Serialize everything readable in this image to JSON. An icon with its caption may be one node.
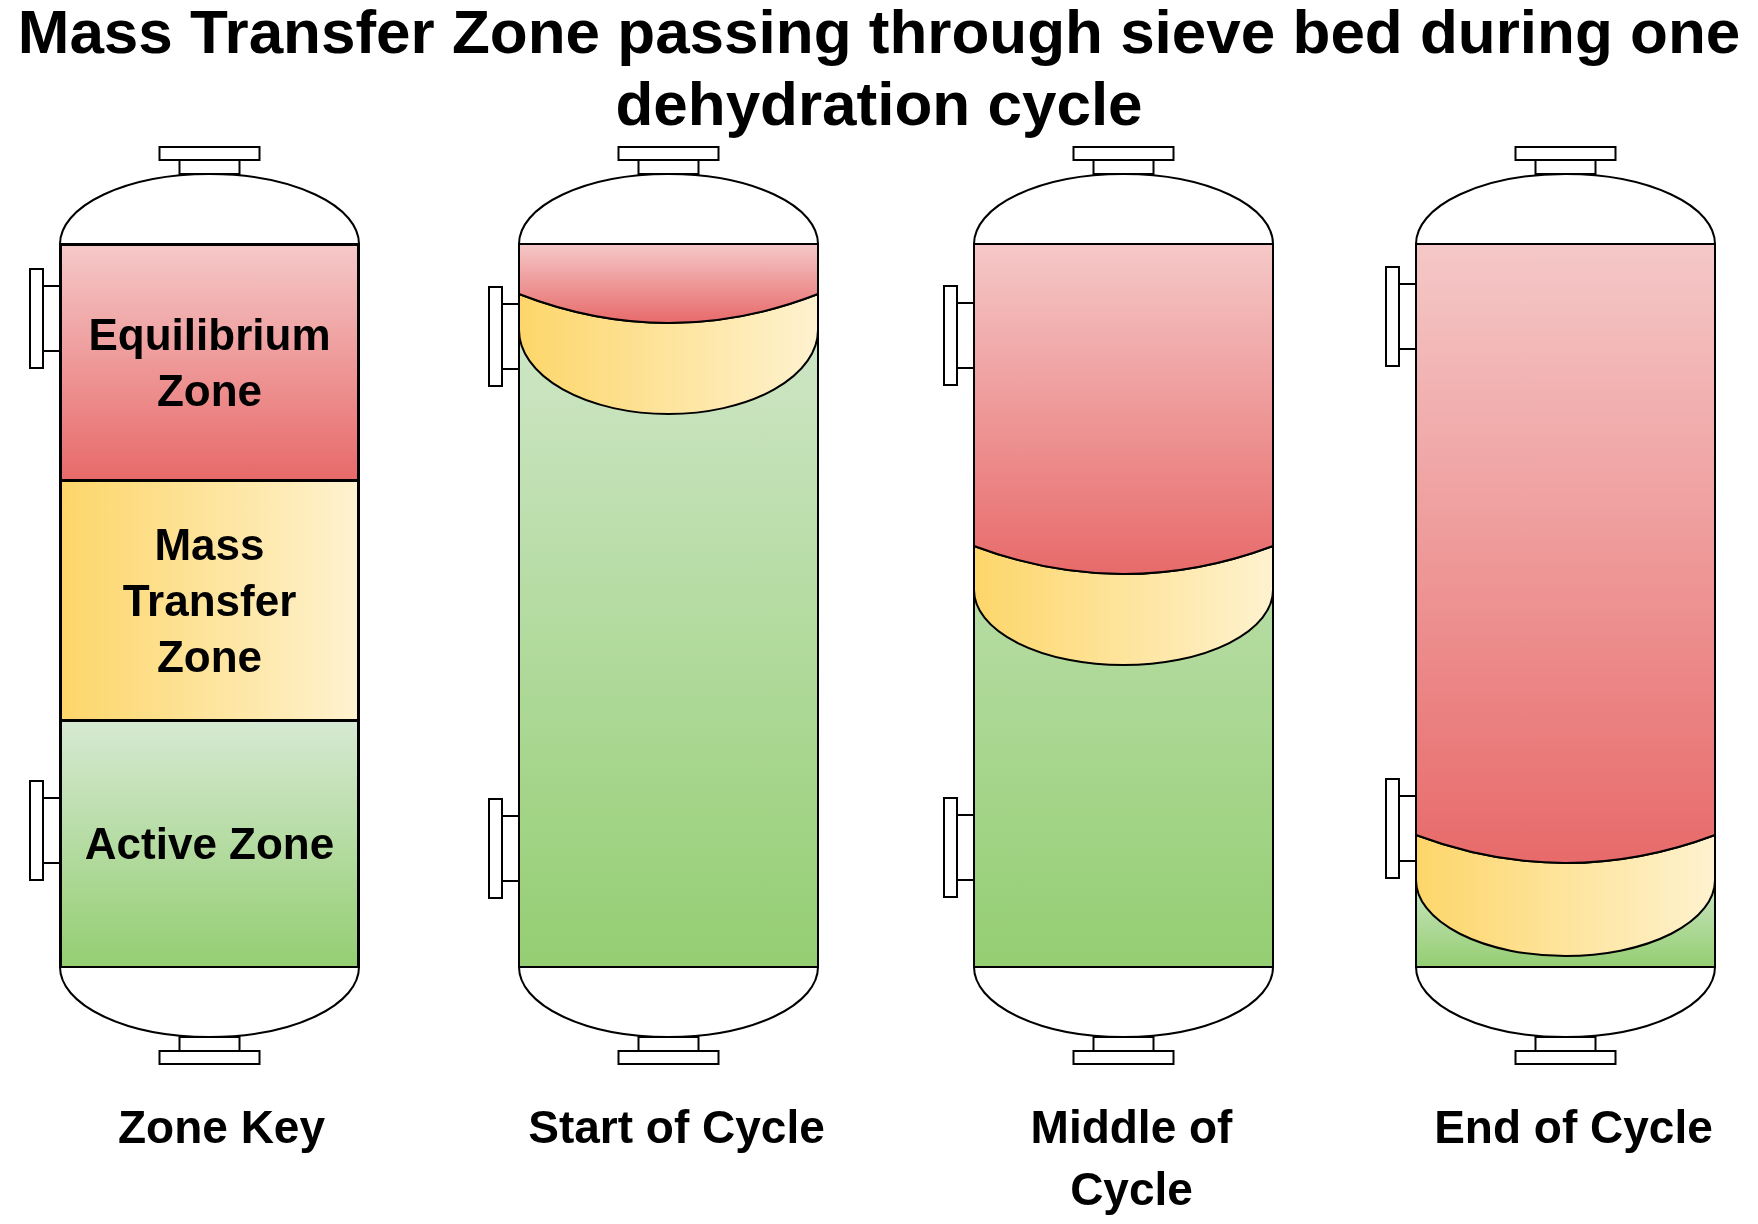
{
  "diagram": {
    "title": "Mass Transfer Zone passing through sieve bed during one dehydration cycle",
    "nodes": [
      {
        "text": [
          "Equilibrium Zone"
        ]
      },
      {
        "text": [
          "Mass Transfer Zone"
        ]
      },
      {
        "text": [
          "Active Zone"
        ]
      }
    ],
    "labels": [
      "Zone Key",
      "Start of Cycle",
      "Middle of Cycle",
      "End of Cycle"
    ]
  }
}
